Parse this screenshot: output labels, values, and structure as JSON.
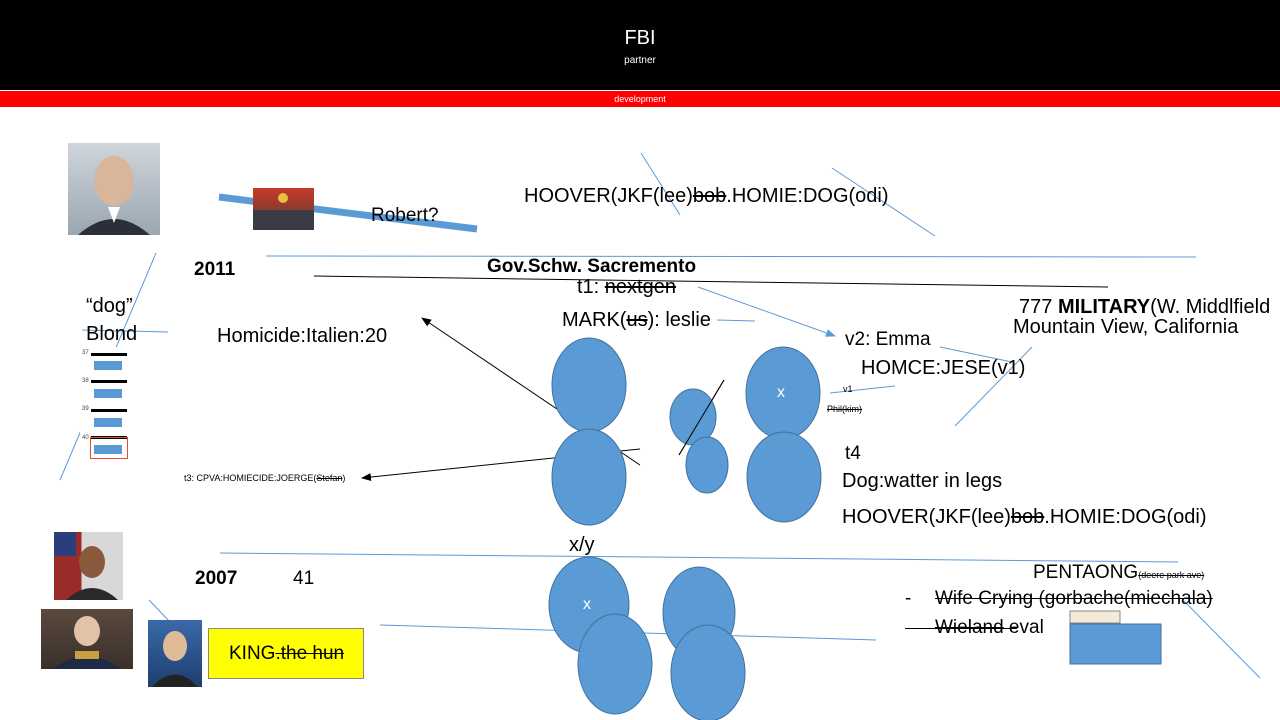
{
  "header": {
    "title": "FBI",
    "subtitle": "partner",
    "bar_label": "development"
  },
  "notes": {
    "robert": "Robert?",
    "hoover_top_a": "HOOVER(JKF(lee)",
    "hoover_top_strike": "bob",
    "hoover_top_b": ".HOMIE:DOG(odi)",
    "year_2011": "2011",
    "gov": "Gov.Schw. Sacremento",
    "t1_label": "t1: ",
    "t1_strike": "nextgen",
    "mark_a": "MARK(",
    "mark_strike": "us",
    "mark_b": "): leslie",
    "dog": "“dog”",
    "blond": "Blond",
    "homicide": "Homicide:Italien:20",
    "military_a": "777 ",
    "military_bold": "MILITARY",
    "military_b": "(W. Middlfield",
    "mountain_view": "Mountain View, California",
    "v2": "v2: Emma",
    "homce": "HOMCE:JESE(v1)",
    "v1_small": "v1",
    "phil_small": "Phil(kim)",
    "t3_a": "t3: CPVA:HOMIECIDE:JOERGE(",
    "t3_strike": "Stefan",
    "t3_b": ")",
    "t4": "t4",
    "dog_water": "Dog:watter in legs",
    "hoover_mid_a": "HOOVER(JKF(lee)",
    "hoover_mid_strike": "bob",
    "hoover_mid_b": ".HOMIE:DOG(odi)",
    "xy": "x/y",
    "year_2007": "2007",
    "num_41": "41",
    "pentagon": "PENTAONG",
    "pentagon_small": "(deere park ave)",
    "dash": "-",
    "wife": "Wife Crying (gorbache(miechala)",
    "wieland_strike": "Wieland",
    "wieland_b": " eval",
    "king_a": "KING",
    "king_strike": ".the hun",
    "circle_x1": "x",
    "circle_x2": "x"
  },
  "mini_chart": {
    "rows": [
      "37",
      "38",
      "39",
      "40"
    ]
  },
  "colors": {
    "circle_fill": "#5b9bd5",
    "circle_stroke": "#41719c",
    "highlight": "#ffff00",
    "accent_red": "#ff0000"
  }
}
